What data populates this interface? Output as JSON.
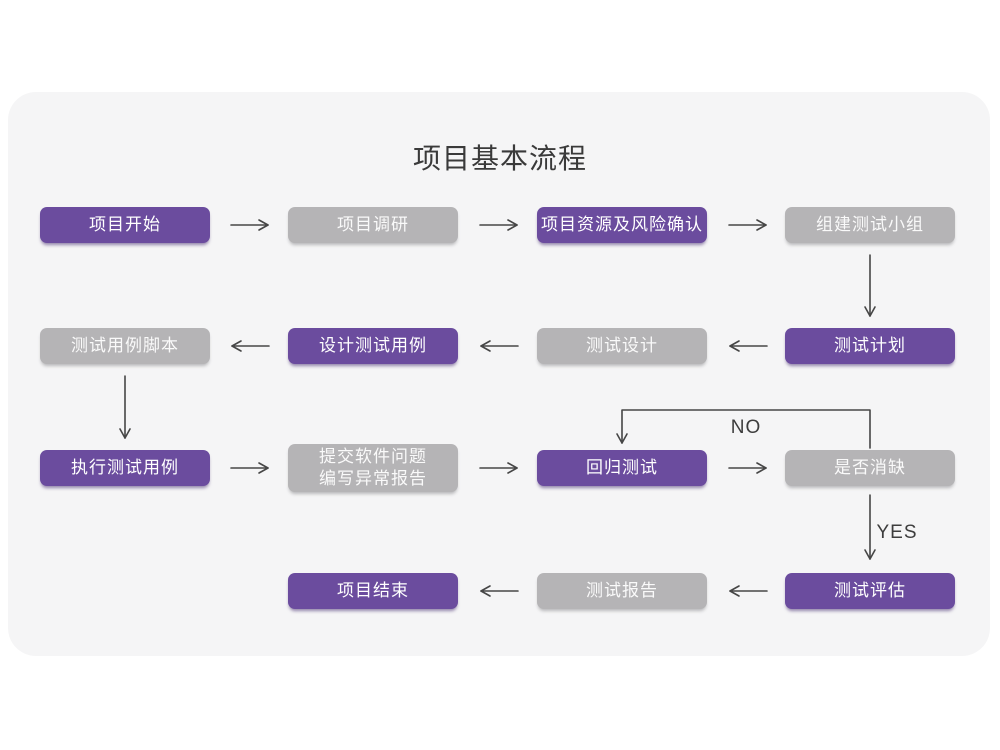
{
  "title": "项目基本流程",
  "branch_labels": {
    "no": "NO",
    "yes": "YES"
  },
  "colors": {
    "node_primary": "#6B4C9E",
    "node_secondary": "#B5B4B6",
    "card_background": "#F5F5F6",
    "page_background": "#FFFFFF",
    "arrow": "#464646",
    "title_text": "#3A3A3A",
    "node_text": "#FFFFFF"
  },
  "nodes": [
    {
      "label": "项目开始",
      "variant": "primary"
    },
    {
      "label": "项目调研",
      "variant": "secondary"
    },
    {
      "label": "项目资源及风险确认",
      "variant": "primary"
    },
    {
      "label": "组建测试小组",
      "variant": "secondary"
    },
    {
      "label": "测试计划",
      "variant": "primary"
    },
    {
      "label": "测试设计",
      "variant": "secondary"
    },
    {
      "label": "设计测试用例",
      "variant": "primary"
    },
    {
      "label": "测试用例脚本",
      "variant": "secondary"
    },
    {
      "label": "执行测试用例",
      "variant": "primary"
    },
    {
      "label": "提交软件问题\n编写异常报告",
      "variant": "secondary"
    },
    {
      "label": "回归测试",
      "variant": "primary"
    },
    {
      "label": "是否消缺",
      "variant": "secondary"
    },
    {
      "label": "测试评估",
      "variant": "primary"
    },
    {
      "label": "测试报告",
      "variant": "secondary"
    },
    {
      "label": "项目结束",
      "variant": "primary"
    }
  ]
}
